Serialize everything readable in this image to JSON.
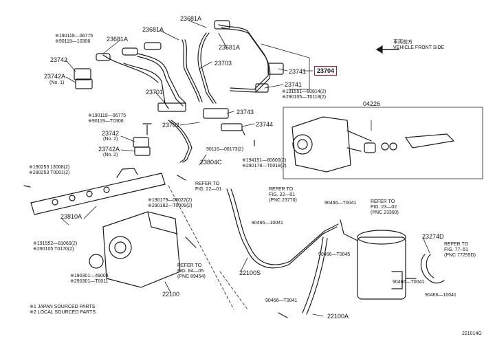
{
  "parts": {
    "p23681A_top": "23681A",
    "p23681A_left": "23681A",
    "p23681A_mid": "23681A",
    "p23681A_right": "23681A",
    "p23703": "23703",
    "p23741_a": "23741",
    "p23741_b": "23741",
    "p23704": "23704",
    "p23742": "23742",
    "p23742A": "23742A",
    "p23701": "23701",
    "p23702": "23702",
    "p23743": "23743",
    "p23744": "23744",
    "p04226": "04226",
    "p23742_n2": "23742",
    "p23742A_n2": "23742A",
    "p23804C": "23804C",
    "p23810A": "23810A",
    "p22100": "22100",
    "p22100S": "22100S",
    "p22100A": "22100A",
    "p23274D": "23274D",
    "p90466_a": "90466—T0041",
    "p90466_b": "90466—10041",
    "p90466_c": "90466—T0045",
    "p90466_d": "90466—T0041",
    "p90466_e": "90466—10041",
    "p90466_f": "90466—T0041"
  },
  "subs": {
    "s_no1": "(No. 1)",
    "s_no2": "(No. 2)",
    "s_no2b": "(No. 2)"
  },
  "notes": {
    "n_tl_1": "※190119—06775",
    "n_tl_2": "※90119—10306",
    "n_r_1": "※191551—80814(2)",
    "n_r_2": "※290105—T0118(2)",
    "n_l_1": "※190119—06775",
    "n_l_2": "※90119—T0306",
    "n_m_1": "90116—06173(2)",
    "n_m_2": "※194151—80800(2)",
    "n_m_3": "※290178—T0018(2)",
    "n_rail_1": "※190253 13008(2)",
    "n_rail_2": "※290253 T0001(2)",
    "n_pump_1": "※190179—08022(2)",
    "n_pump_2": "※290182—T0009(2)",
    "n_bl_1": "※191552—81060(2)",
    "n_bl_2": "※290105 T0170(2)",
    "n_or_1": "※190301—49003",
    "n_or_2": "※290301—T0011"
  },
  "refs": {
    "r1_1": "REFER TO",
    "r1_2": "FIG. 22—01",
    "r2_1": "REFER TO",
    "r2_2": "FIG. 22—01",
    "r2_3": "(PNC 23770)",
    "r3_1": "REFER TO",
    "r3_2": "FIG. 23—02",
    "r3_3": "(PNC 23300)",
    "r4_1": "REFER TO",
    "r4_2": "FIG. 77–51",
    "r4_3": "(PNC 77255D)",
    "r5_1": "REFER TO",
    "r5_2": "FIG. 84—05",
    "r5_3": "(PNC 89454)"
  },
  "vehicle_front": {
    "jp": "車両前方",
    "en": "VEHICLE FRONT SIDE"
  },
  "footer": {
    "legend_1": "※1 JAPAN SOURCED PARTS",
    "legend_2": "※2 LOCAL SOURCED PARTS",
    "code": "221014G"
  },
  "colors": {
    "line": "#1a1a1a",
    "highlight": "#c8102e"
  }
}
